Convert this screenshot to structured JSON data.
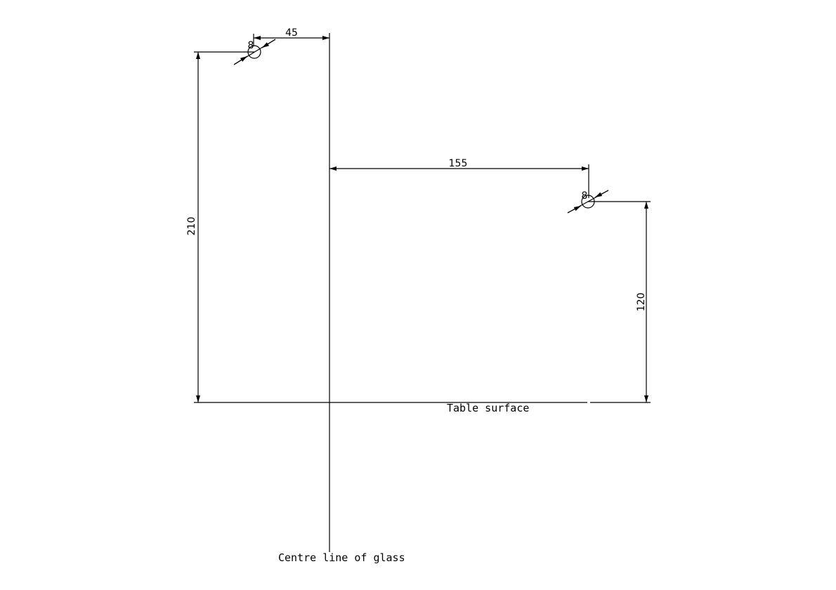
{
  "dimensions": {
    "seat_offset": "45",
    "height_upper": "210",
    "horizontal_reach": "155",
    "height_lower": "120"
  },
  "labels": {
    "table": "Table surface",
    "centre_line": "Centre line of glass"
  },
  "symbol_mark": "8"
}
